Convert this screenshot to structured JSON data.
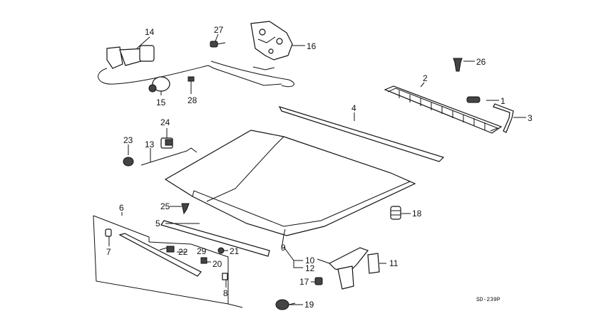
{
  "diagram_code": "SD-239P",
  "callouts": {
    "c1": "1",
    "c2": "2",
    "c3": "3",
    "c4": "4",
    "c5": "5",
    "c6": "6",
    "c7": "7",
    "c8": "8",
    "c9": "9",
    "c10": "10",
    "c11": "11",
    "c12": "12",
    "c13": "13",
    "c14": "14",
    "c15": "15",
    "c16": "16",
    "c17": "17",
    "c18": "18",
    "c19": "19",
    "c20": "20",
    "c21": "21",
    "c22": "22",
    "c23": "23",
    "c24": "24",
    "c25": "25",
    "c26": "26",
    "c27": "27",
    "c28": "28",
    "c29": "29"
  }
}
